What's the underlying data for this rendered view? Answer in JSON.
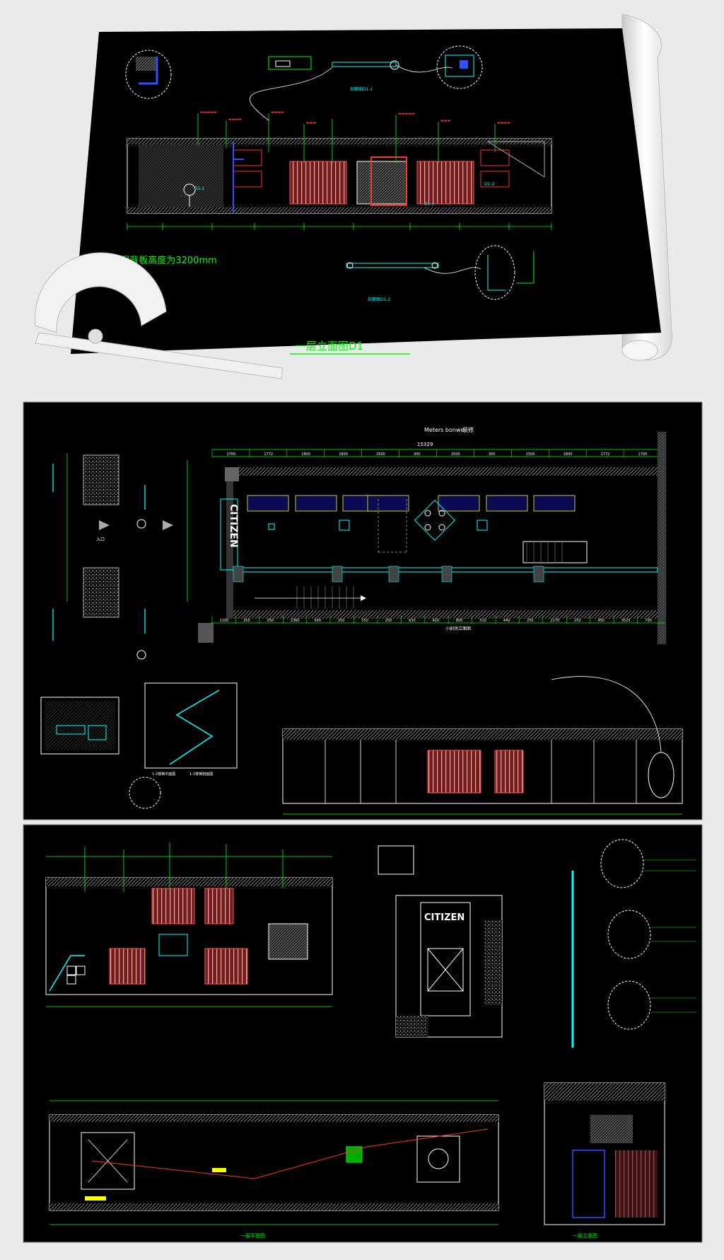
{
  "colors": {
    "background": "#e9eaec",
    "cad_bg": "#000000",
    "line_green": "#00ff00",
    "line_cyan": "#00ffff",
    "line_white": "#ffffff",
    "line_red": "#ff3030",
    "line_blue": "#3050ff",
    "line_yellow": "#ffff00",
    "hatch_pink": "#ff8080"
  },
  "sheet1": {
    "note": "注:一层背板高度为3200mm",
    "title": "一层立面图D1",
    "detail_1": "剖面图D1-1",
    "detail_2": "剖面图D1-2",
    "labels": [
      "D1-1",
      "D1-1",
      "D1-2"
    ]
  },
  "sheet2": {
    "brand_top": "Meters bonwe",
    "brand_top_suffix": "装修",
    "brand_sign": "CITIZEN",
    "entrance": "入口",
    "dim_total": "15329",
    "dims_top": [
      "1700",
      "1772",
      "1800",
      "1800",
      "2500",
      "300",
      "2500",
      "300",
      "2500",
      "1800",
      "1772",
      "1700"
    ],
    "dims_bottom": [
      "1100",
      "250",
      "250",
      "2360",
      "540",
      "250",
      "550",
      "250",
      "630",
      "420",
      "800",
      "510",
      "440",
      "250",
      "2270",
      "250",
      "450",
      "3525",
      "700"
    ],
    "stair_labels": [
      "1-2楼梯平面图",
      "1-2楼梯剖面图"
    ],
    "bottom_label": "小剧场立面图"
  },
  "sheet3": {
    "sign": "CITIZEN",
    "plan_label": "一层平面图",
    "elev_label": "一层立面图"
  }
}
